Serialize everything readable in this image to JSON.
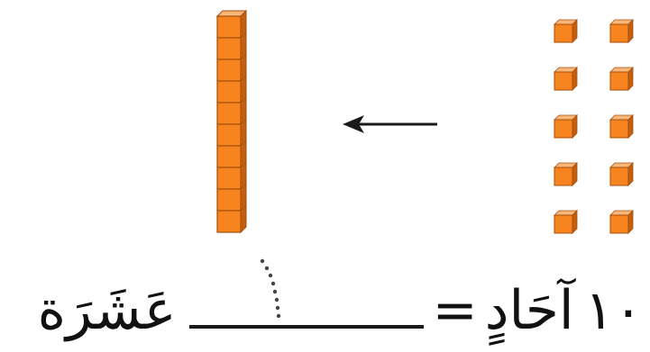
{
  "equation": {
    "ones_count": "١٠",
    "ones_label": "آحَادٍ",
    "equals": "=",
    "tens_label": "عَشَرَة"
  },
  "models": {
    "rod_cubes": 10,
    "loose_cubes": 10,
    "arrow_direction": "left"
  },
  "colors": {
    "cube_face": "#F7841F",
    "cube_top": "#FBB77A",
    "cube_side": "#C45F10",
    "arrow": "#1a1a1a",
    "text": "#111111"
  }
}
